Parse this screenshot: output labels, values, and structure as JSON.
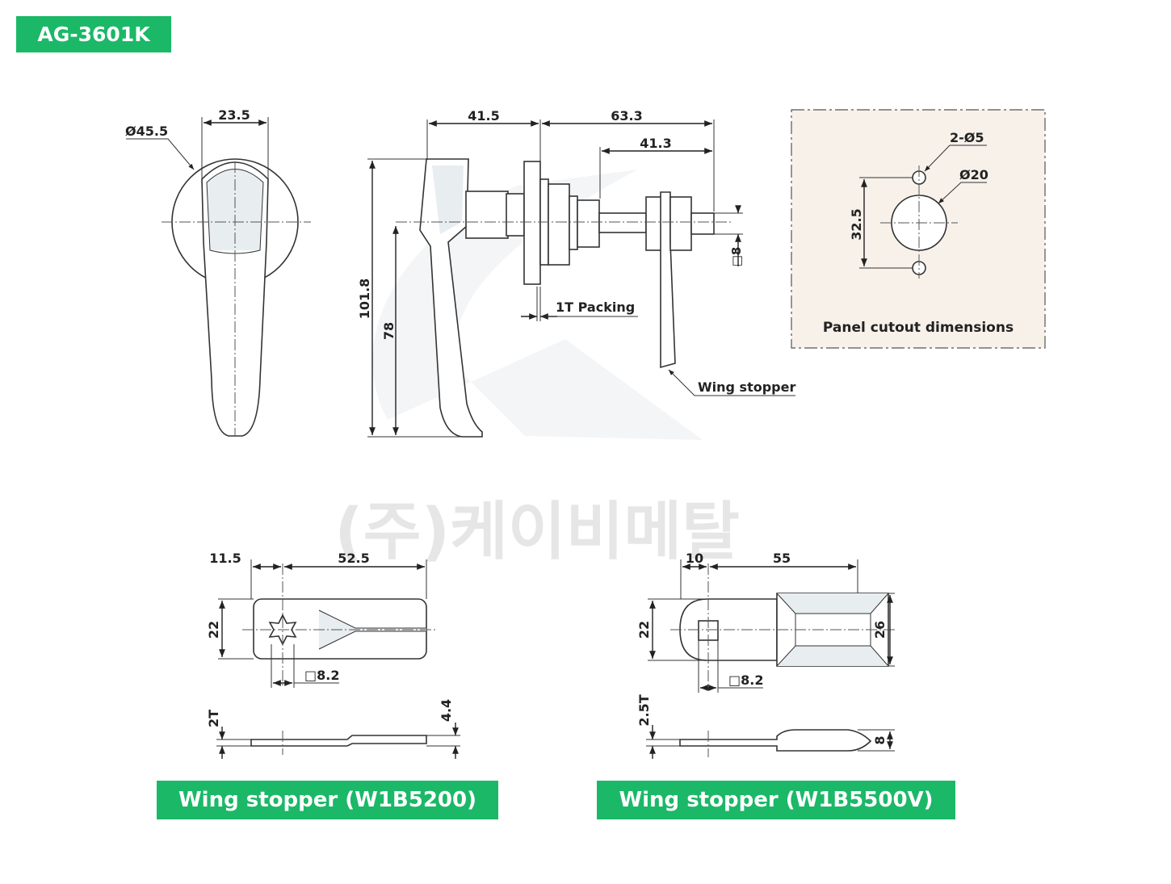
{
  "model": "AG-3601K",
  "watermark": "(주)케이비메탈",
  "front_view": {
    "dia": "Ø45.5",
    "width": "23.5"
  },
  "side_view": {
    "d1": "41.5",
    "d2": "63.3",
    "d3": "41.3",
    "height_total": "101.8",
    "height_handle": "78",
    "square": "□8",
    "packing": "1T Packing",
    "wing_stopper": "Wing stopper"
  },
  "panel": {
    "holes": "2-Ø5",
    "center": "Ø20",
    "pitch": "32.5",
    "title": "Panel cutout dimensions",
    "background": "#f7f1ea"
  },
  "ws1": {
    "d1": "11.5",
    "d2": "52.5",
    "width": "22",
    "square": "□8.2",
    "thick": "2T",
    "height": "4.4",
    "caption": "Wing stopper (W1B5200)"
  },
  "ws2": {
    "d1": "10",
    "d2": "55",
    "width": "22",
    "width2": "26",
    "square": "□8.2",
    "thick": "2.5T",
    "height": "8",
    "caption": "Wing stopper (W1B5500V)"
  },
  "colors": {
    "accent": "#1bb868"
  }
}
